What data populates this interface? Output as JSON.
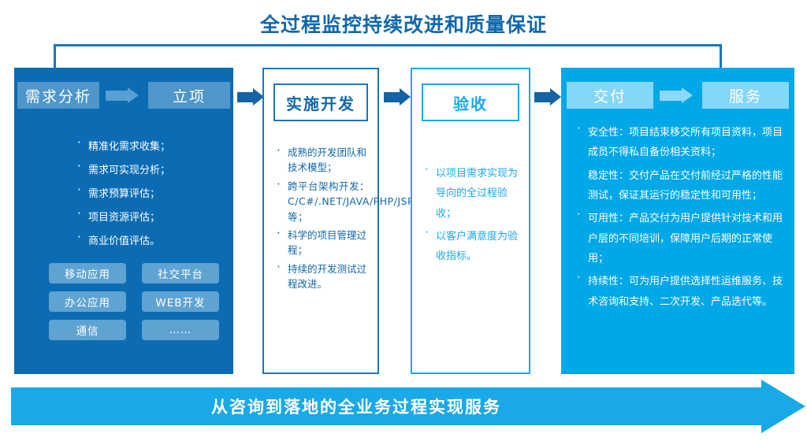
{
  "title": "全过程监控持续改进和质量保证",
  "bottom_banner": {
    "text": "从咨询到落地的全业务过程实现服务"
  },
  "colors": {
    "title_blue": "#1168ab",
    "panel1_bg": "#0b6cb4",
    "panel1_chip": "#4f96cb",
    "panel2_border": "#1a77bd",
    "panel3_border": "#1ba9ee",
    "panel4_bg": "#00a8e8",
    "panel4_chip": "#85d7f7",
    "connector_arrow": "#1464a5",
    "banner": "#19a9e6"
  },
  "panels": [
    {
      "id": "requirement",
      "header_chips": [
        "需求分析",
        "立项"
      ],
      "bullets": [
        "精准化需求收集；",
        "需求可实现分析；",
        "需求预算评估；",
        "项目资源评估；",
        "商业价值评估。"
      ],
      "tags": [
        "移动应用",
        "社交平台",
        "办公应用",
        "WEB开发",
        "通信",
        "……"
      ]
    },
    {
      "id": "development",
      "header": "实施开发",
      "bullets": [
        "成熟的开发团队和技术模型；",
        "跨平台架构开发：C/C#/.NET/JAVA/PHP/JSP/IOS/Android等；",
        "科学的项目管理过程；",
        "持续的开发测试过程改进。"
      ]
    },
    {
      "id": "acceptance",
      "header": "验收",
      "bullets": [
        "以项目需求实现为导向的全过程验收；",
        "以客户满意度为验收指标。"
      ]
    },
    {
      "id": "delivery",
      "header_chips": [
        "交付",
        "服务"
      ],
      "bullets": [
        "安全性：项目结束移交所有项目资料，项目成员不得私自备份相关资料；",
        "稳定性：交付产品在交付前经过严格的性能测试，保证其运行的稳定性和可用性；",
        "可用性：产品交付为用户提供针对技术和用户层的不同培训，保障用户后期的正常使用；",
        "持续性：可为用户提供选择性运维服务、技术咨询和支持、二次开发、产品迭代等。"
      ]
    }
  ]
}
